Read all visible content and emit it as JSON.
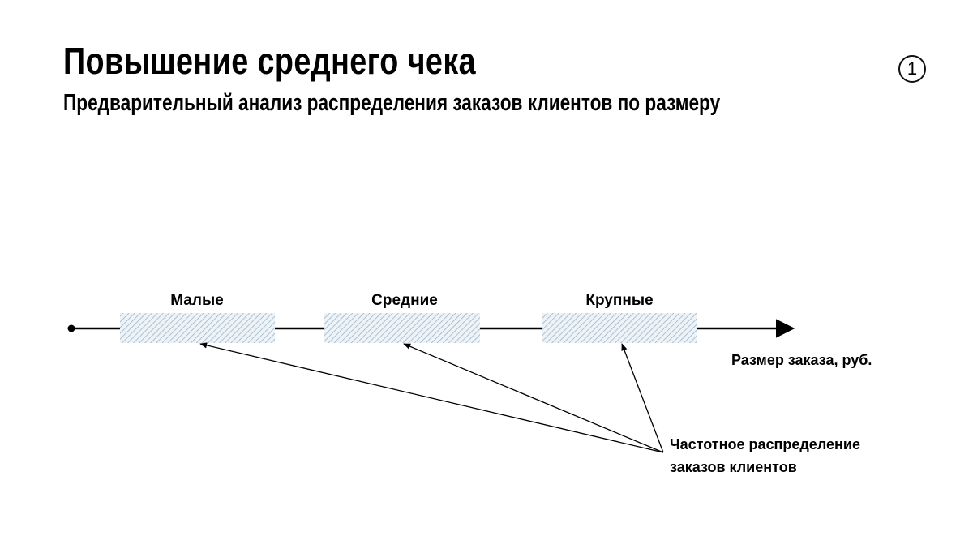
{
  "header": {
    "title": "Повышение среднего чека",
    "subtitle": "Предварительный анализ распределения заказов клиентов по размеру",
    "step_number": "1"
  },
  "diagram": {
    "segments": [
      {
        "label": "Малые"
      },
      {
        "label": "Средние"
      },
      {
        "label": "Крупные"
      }
    ],
    "axis_label": "Размер заказа, руб.",
    "annotation": {
      "line1": "Частотное распределение",
      "line2": "заказов клиентов"
    }
  }
}
